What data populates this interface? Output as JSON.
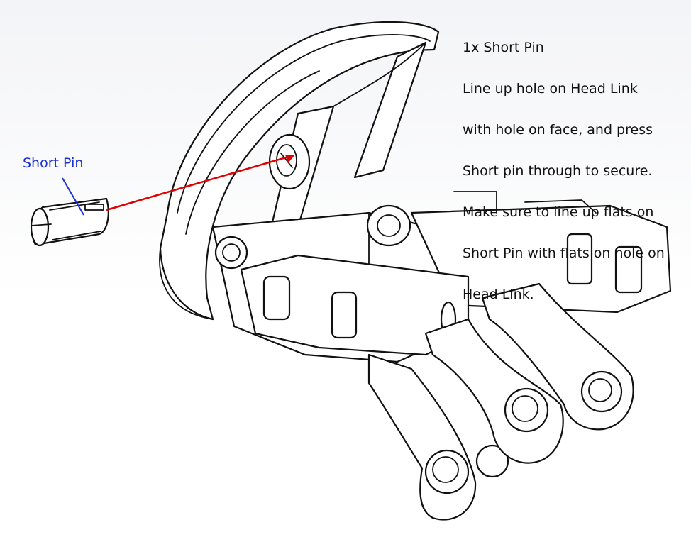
{
  "instructions": {
    "title": "1x Short Pin",
    "lines": [
      " Line up hole on Head Link",
      "with hole on face, and press",
      "Short pin through to secure.",
      "Make sure to line up flats on",
      "Short Pin with flats on hole on",
      "Head Link."
    ]
  },
  "callout": {
    "label": "Short Pin"
  },
  "colors": {
    "callout_text": "#1c2fd0",
    "leader_line": "#1c2fd0",
    "insertion_arrow": "#e00000",
    "linework": "#111111"
  }
}
